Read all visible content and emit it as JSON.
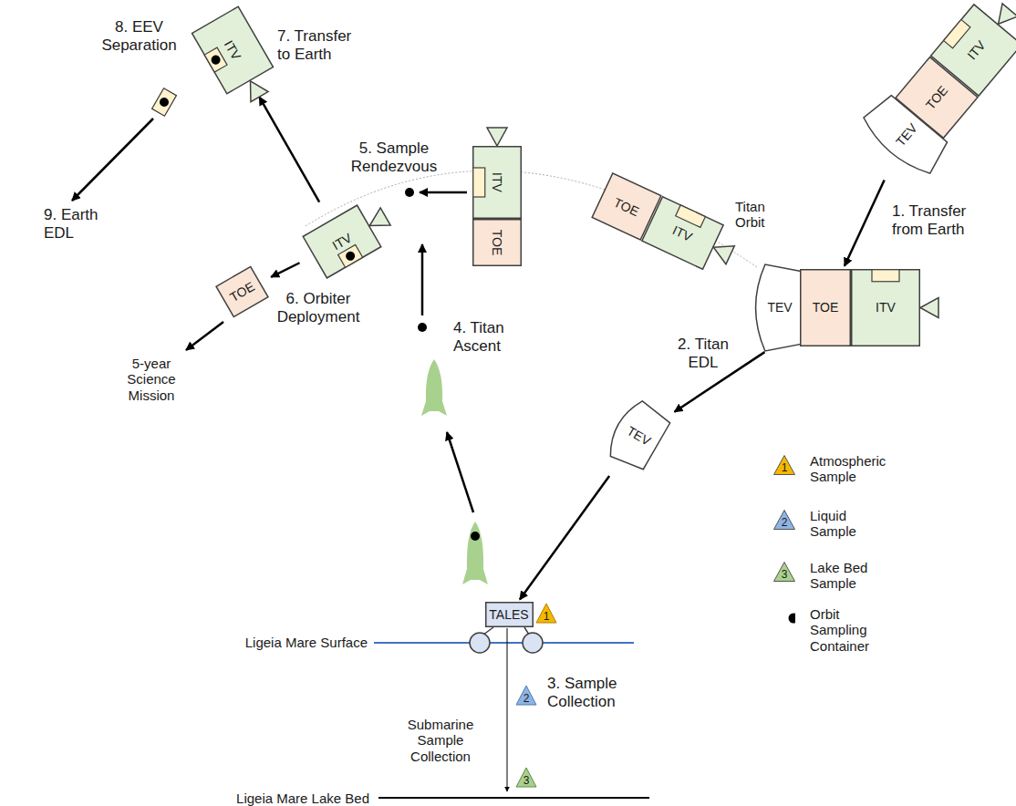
{
  "diagram": {
    "nodes": [
      {
        "text": [
          "ITV"
        ]
      },
      {
        "text": [
          "TOE"
        ]
      },
      {
        "text": [
          "TEV"
        ]
      },
      {
        "text": [
          "TEV"
        ]
      },
      {
        "text": [
          "TOE"
        ]
      },
      {
        "text": [
          "ITV"
        ]
      },
      {
        "text": [
          "TOE"
        ]
      },
      {
        "text": [
          "ITV"
        ]
      },
      {
        "text": [
          "ITV"
        ]
      },
      {
        "text": [
          "TOE"
        ]
      },
      {
        "text": [
          "ITV"
        ]
      },
      {
        "text": [
          "TOE"
        ]
      },
      {
        "text": [
          "ITV"
        ]
      },
      {
        "text": [
          "TEV"
        ]
      },
      {
        "text": [
          "TALES"
        ]
      }
    ],
    "edges": [
      {
        "from": 2,
        "to": 4,
        "arrow": "to"
      },
      {
        "from": 3,
        "to": 13,
        "arrow": "to"
      },
      {
        "from": 13,
        "to": 14,
        "arrow": "to"
      },
      {
        "from": 10,
        "to": 11,
        "arrow": "to"
      },
      {
        "from": 10,
        "to": 12,
        "arrow": "to"
      }
    ],
    "labels": [
      "1. Transfer from Earth",
      "2. Titan EDL",
      "3. Sample Collection",
      "4. Titan Ascent",
      "5. Sample Rendezvous",
      "6. Orbiter Deployment",
      "7. Transfer to Earth",
      "8. EEV Separation",
      "9. Earth EDL",
      "Titan Orbit",
      "5-year Science Mission",
      "Ligeia Mare Surface",
      "Ligeia Mare Lake Bed",
      "Submarine Sample Collection",
      "1",
      "2",
      "3",
      "1",
      "2",
      "3"
    ],
    "legend": [
      {
        "text": "Atmospheric Sample",
        "color": "#f5b800"
      },
      {
        "text": "Liquid Sample",
        "color": "#8eb4e3"
      },
      {
        "text": "Lake Bed Sample",
        "color": "#a9d18e"
      },
      {
        "text": "Orbit Sampling Container",
        "color": "#000000"
      }
    ]
  }
}
